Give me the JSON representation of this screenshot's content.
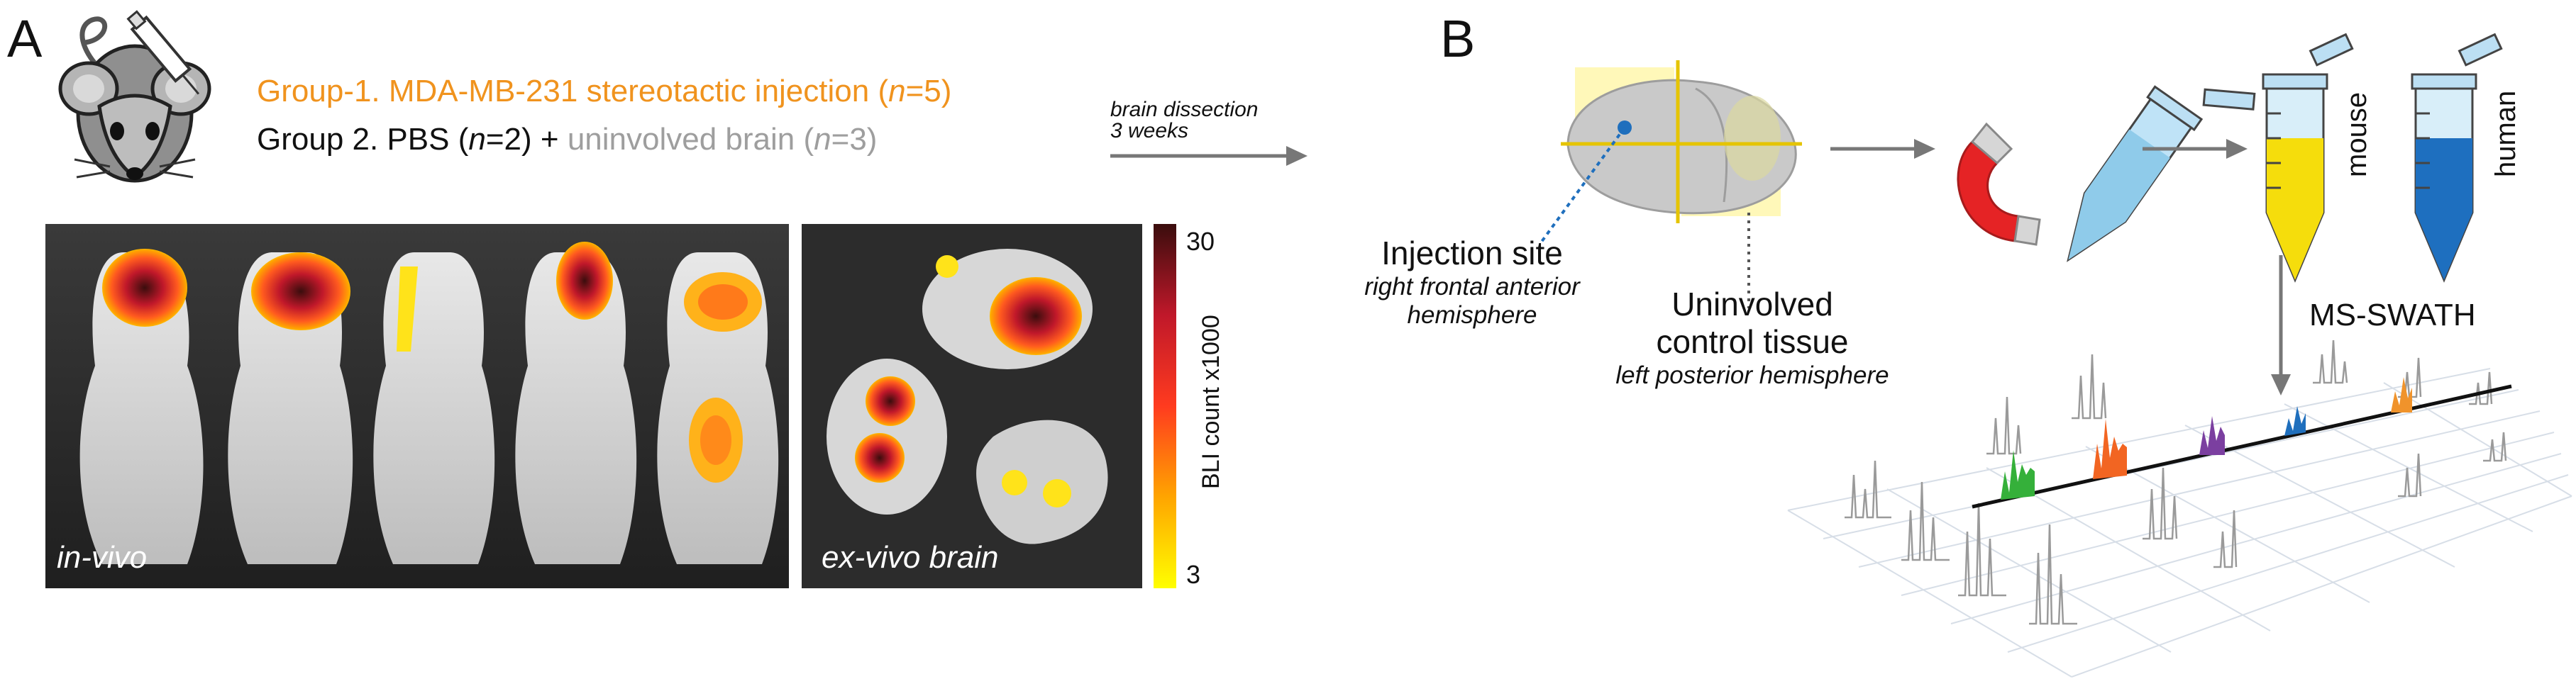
{
  "panel_a": {
    "letter": "A",
    "group1": {
      "prefix": "Group-1. MDA-MB-231 stereotactic injection (",
      "n_symbol": "n",
      "n_value": "=5)"
    },
    "group2": {
      "prefix": "Group 2. PBS (",
      "n_symbol": "n",
      "n_value": "=2) + ",
      "uninvolved": "uninvolved brain (",
      "n2_symbol": "n",
      "n2_value": "=3)"
    },
    "invivo_label": "in-vivo",
    "exvivo_label": "ex-vivo brain",
    "colorbar": {
      "title": "BLI count x1000",
      "max_label": "30",
      "min_label": "3",
      "colors": [
        "#ffff00",
        "#ffa500",
        "#ff3b1f",
        "#c0182a",
        "#3a0d0d"
      ]
    }
  },
  "arrow_text": {
    "line1": "brain dissection",
    "line2": "3 weeks"
  },
  "panel_b": {
    "letter": "B",
    "injection_title": "Injection site",
    "injection_sub1": "right frontal anterior",
    "injection_sub2": "hemisphere",
    "control_title1": "Uninvolved",
    "control_title2": "control tissue",
    "control_sub": "left posterior hemisphere",
    "tube_mouse": "mouse",
    "tube_human": "human",
    "method": "MS-SWATH",
    "colors": {
      "mouse_fill": "#f5dd0c",
      "human_fill": "#1e6fbf",
      "magnet_red": "#e52325",
      "tube_blue": "#9fd4f0",
      "peak_green": "#35b03a",
      "peak_orange": "#f26522",
      "peak_purple": "#7b3fa0",
      "peak_blue": "#1f6fbd",
      "peak_lorange": "#f0932b"
    }
  }
}
